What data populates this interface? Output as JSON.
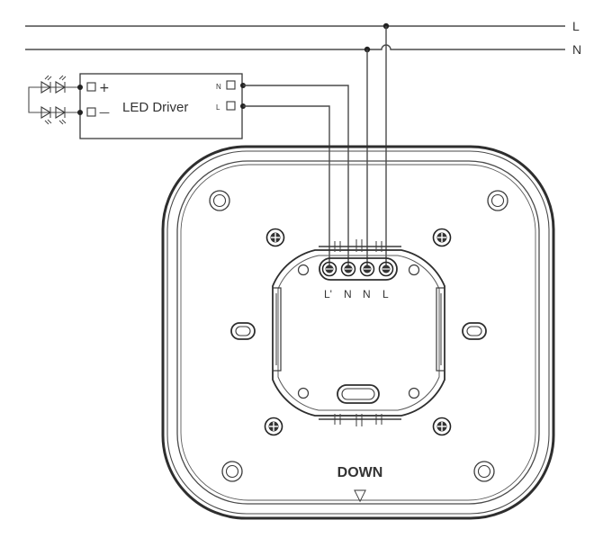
{
  "mains": {
    "line_label": "L",
    "neutral_label": "N"
  },
  "driver": {
    "title": "LED Driver",
    "out_plus": "+",
    "out_minus": "—",
    "in_n": "N",
    "in_l": "L"
  },
  "device": {
    "terminals": [
      "L'",
      "N",
      "N",
      "L"
    ],
    "down_label": "DOWN",
    "down_arrow": "▽"
  },
  "colors": {
    "stroke": "#3a3a3a",
    "background": "#ffffff"
  }
}
